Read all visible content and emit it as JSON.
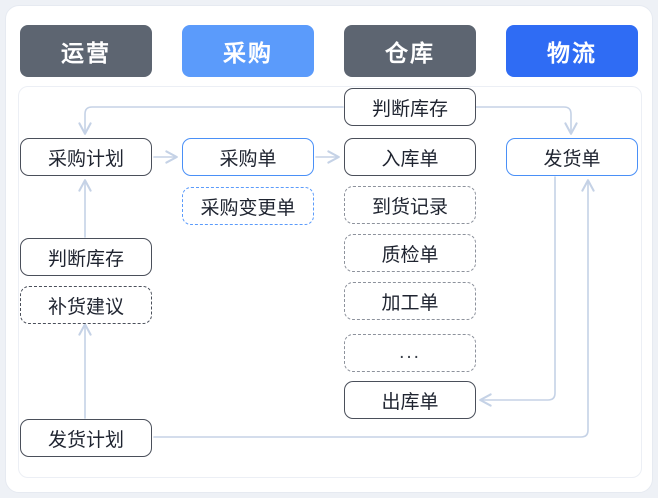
{
  "diagram": {
    "title_text": "",
    "colors": {
      "tab_gray": "#5d6571",
      "tab_light_blue": "#5b9bfb",
      "tab_blue": "#2f6cf4",
      "node_border_dark": "#4a4f5a",
      "node_border_blue": "#4a90f7",
      "connector": "#c5d2e6",
      "card_bg": "#ffffff",
      "page_bg": "#eef1f6"
    },
    "departments": [
      {
        "label": "运营",
        "style": "gray"
      },
      {
        "label": "采购",
        "style": "light-blue"
      },
      {
        "label": "仓库",
        "style": "gray"
      },
      {
        "label": "物流",
        "style": "blue"
      }
    ],
    "columns": {
      "operations": {
        "header": "运营",
        "nodes": [
          {
            "label": "采购计划",
            "style": "solid"
          },
          {
            "label": "判断库存",
            "style": "solid"
          },
          {
            "label": "补货建议",
            "style": "dashed"
          },
          {
            "label": "发货计划",
            "style": "solid"
          }
        ]
      },
      "purchasing": {
        "header": "采购",
        "nodes": [
          {
            "label": "采购单",
            "style": "solid-blue"
          },
          {
            "label": "采购变更单",
            "style": "dashed-blue"
          }
        ]
      },
      "warehouse": {
        "header": "仓库",
        "nodes": [
          {
            "label": "判断库存",
            "style": "solid"
          },
          {
            "label": "入库单",
            "style": "solid"
          },
          {
            "label": "到货记录",
            "style": "dashed-gray"
          },
          {
            "label": "质检单",
            "style": "dashed-gray"
          },
          {
            "label": "加工单",
            "style": "dashed-gray"
          },
          {
            "label": "...",
            "style": "dashed-gray"
          },
          {
            "label": "出库单",
            "style": "solid"
          }
        ]
      },
      "logistics": {
        "header": "物流",
        "nodes": [
          {
            "label": "发货单",
            "style": "solid-blue"
          }
        ]
      }
    },
    "connections": [
      {
        "from": "判断库存(仓库)",
        "to": "采购计划"
      },
      {
        "from": "采购计划",
        "to": "采购单"
      },
      {
        "from": "采购单",
        "to": "入库单"
      },
      {
        "from": "判断库存(仓库)",
        "to": "发货单"
      },
      {
        "from": "发货单",
        "to": "出库单"
      },
      {
        "from": "判断库存(运营)",
        "to": "采购计划"
      },
      {
        "from": "发货计划",
        "to": "补货建议"
      },
      {
        "from": "发货计划",
        "to": "发货单"
      }
    ]
  },
  "chart_data": {
    "type": "diagram",
    "title": "",
    "swimlanes": [
      "运营",
      "采购",
      "仓库",
      "物流"
    ],
    "nodes": [
      {
        "id": "n1",
        "label": "采购计划",
        "lane": "运营"
      },
      {
        "id": "n2",
        "label": "判断库存",
        "lane": "运营"
      },
      {
        "id": "n3",
        "label": "补货建议",
        "lane": "运营"
      },
      {
        "id": "n4",
        "label": "发货计划",
        "lane": "运营"
      },
      {
        "id": "n5",
        "label": "采购单",
        "lane": "采购"
      },
      {
        "id": "n6",
        "label": "采购变更单",
        "lane": "采购"
      },
      {
        "id": "n7",
        "label": "判断库存",
        "lane": "仓库"
      },
      {
        "id": "n8",
        "label": "入库单",
        "lane": "仓库"
      },
      {
        "id": "n9",
        "label": "到货记录",
        "lane": "仓库"
      },
      {
        "id": "n10",
        "label": "质检单",
        "lane": "仓库"
      },
      {
        "id": "n11",
        "label": "加工单",
        "lane": "仓库"
      },
      {
        "id": "n12",
        "label": "...",
        "lane": "仓库"
      },
      {
        "id": "n13",
        "label": "出库单",
        "lane": "仓库"
      },
      {
        "id": "n14",
        "label": "发货单",
        "lane": "物流"
      }
    ],
    "edges": [
      {
        "from": "n7",
        "to": "n1"
      },
      {
        "from": "n1",
        "to": "n5"
      },
      {
        "from": "n5",
        "to": "n8"
      },
      {
        "from": "n7",
        "to": "n14"
      },
      {
        "from": "n14",
        "to": "n13"
      },
      {
        "from": "n2",
        "to": "n1"
      },
      {
        "from": "n4",
        "to": "n3"
      },
      {
        "from": "n4",
        "to": "n14"
      }
    ]
  }
}
